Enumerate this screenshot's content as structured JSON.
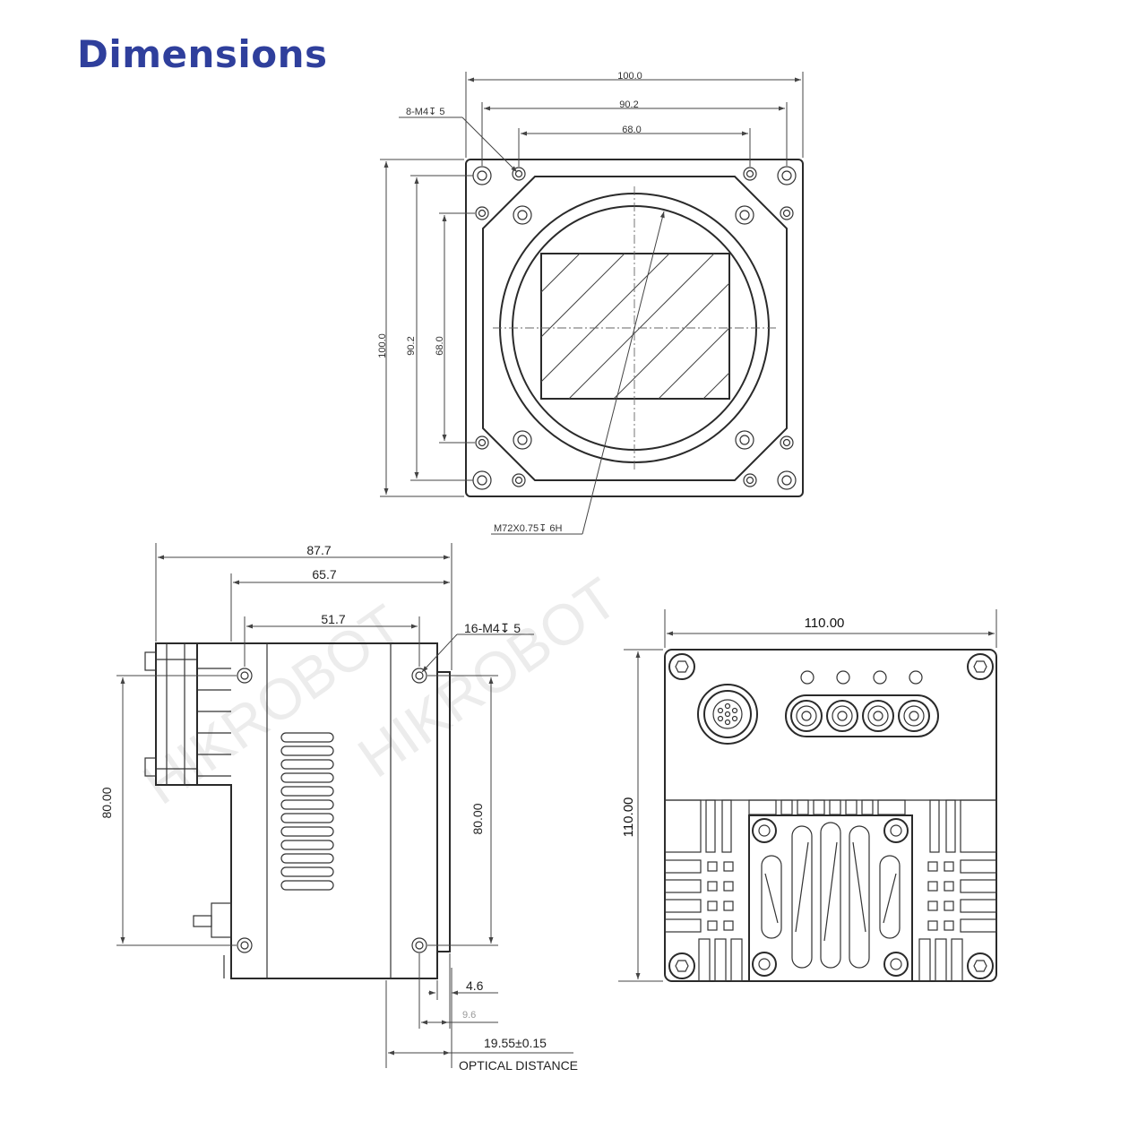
{
  "title": "Dimensions",
  "front_view": {
    "dim_width_outer": "100.0",
    "dim_width_mid": "90.2",
    "dim_width_inner": "68.0",
    "dim_height_outer": "100.0",
    "dim_height_mid": "90.2",
    "dim_height_inner": "68.0",
    "hole_callout": "8-M4↧ 5",
    "mount_callout": "M72X0.75↧ 6H"
  },
  "side_view": {
    "dim_total_length": "87.7",
    "dim_body_length": "65.7",
    "dim_hole_spacing": "51.7",
    "hole_callout": "16-M4↧ 5",
    "dim_height_left": "80.00",
    "dim_height_right": "80.00",
    "dim_small_1": "4.6",
    "dim_small_2": "9.6",
    "dim_optical": "19.55±0.15",
    "optical_label": "OPTICAL DISTANCE"
  },
  "rear_view": {
    "dim_width": "110.00",
    "dim_height": "110.00"
  },
  "colors": {
    "title": "#2f3f9c",
    "line": "#2a2a2a"
  },
  "watermark": "HIKROBOT"
}
